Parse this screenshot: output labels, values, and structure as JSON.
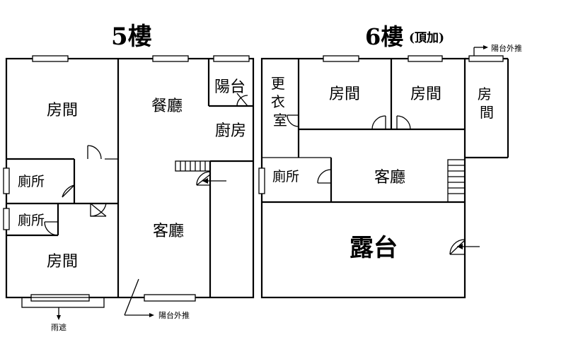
{
  "floor5": {
    "title": "5樓",
    "rooms": {
      "bedroom_top": "房間",
      "dining": "餐廳",
      "balcony": "陽台",
      "kitchen": "廚房",
      "toilet_1": "廁所",
      "toilet_2": "廁所",
      "living": "客廳",
      "bedroom_bottom": "房間"
    },
    "notes": {
      "canopy": "雨遮",
      "balcony_extended": "陽台外推"
    }
  },
  "floor6": {
    "title": "6樓",
    "title_suffix": "(頂加)",
    "rooms": {
      "dressing": "更衣室",
      "bedroom_1": "房間",
      "bedroom_2": "房間",
      "bedroom_3": "房間",
      "toilet": "廁所",
      "living": "客廳",
      "terrace": "露台"
    },
    "notes": {
      "balcony_extended": "陽台外推"
    }
  }
}
